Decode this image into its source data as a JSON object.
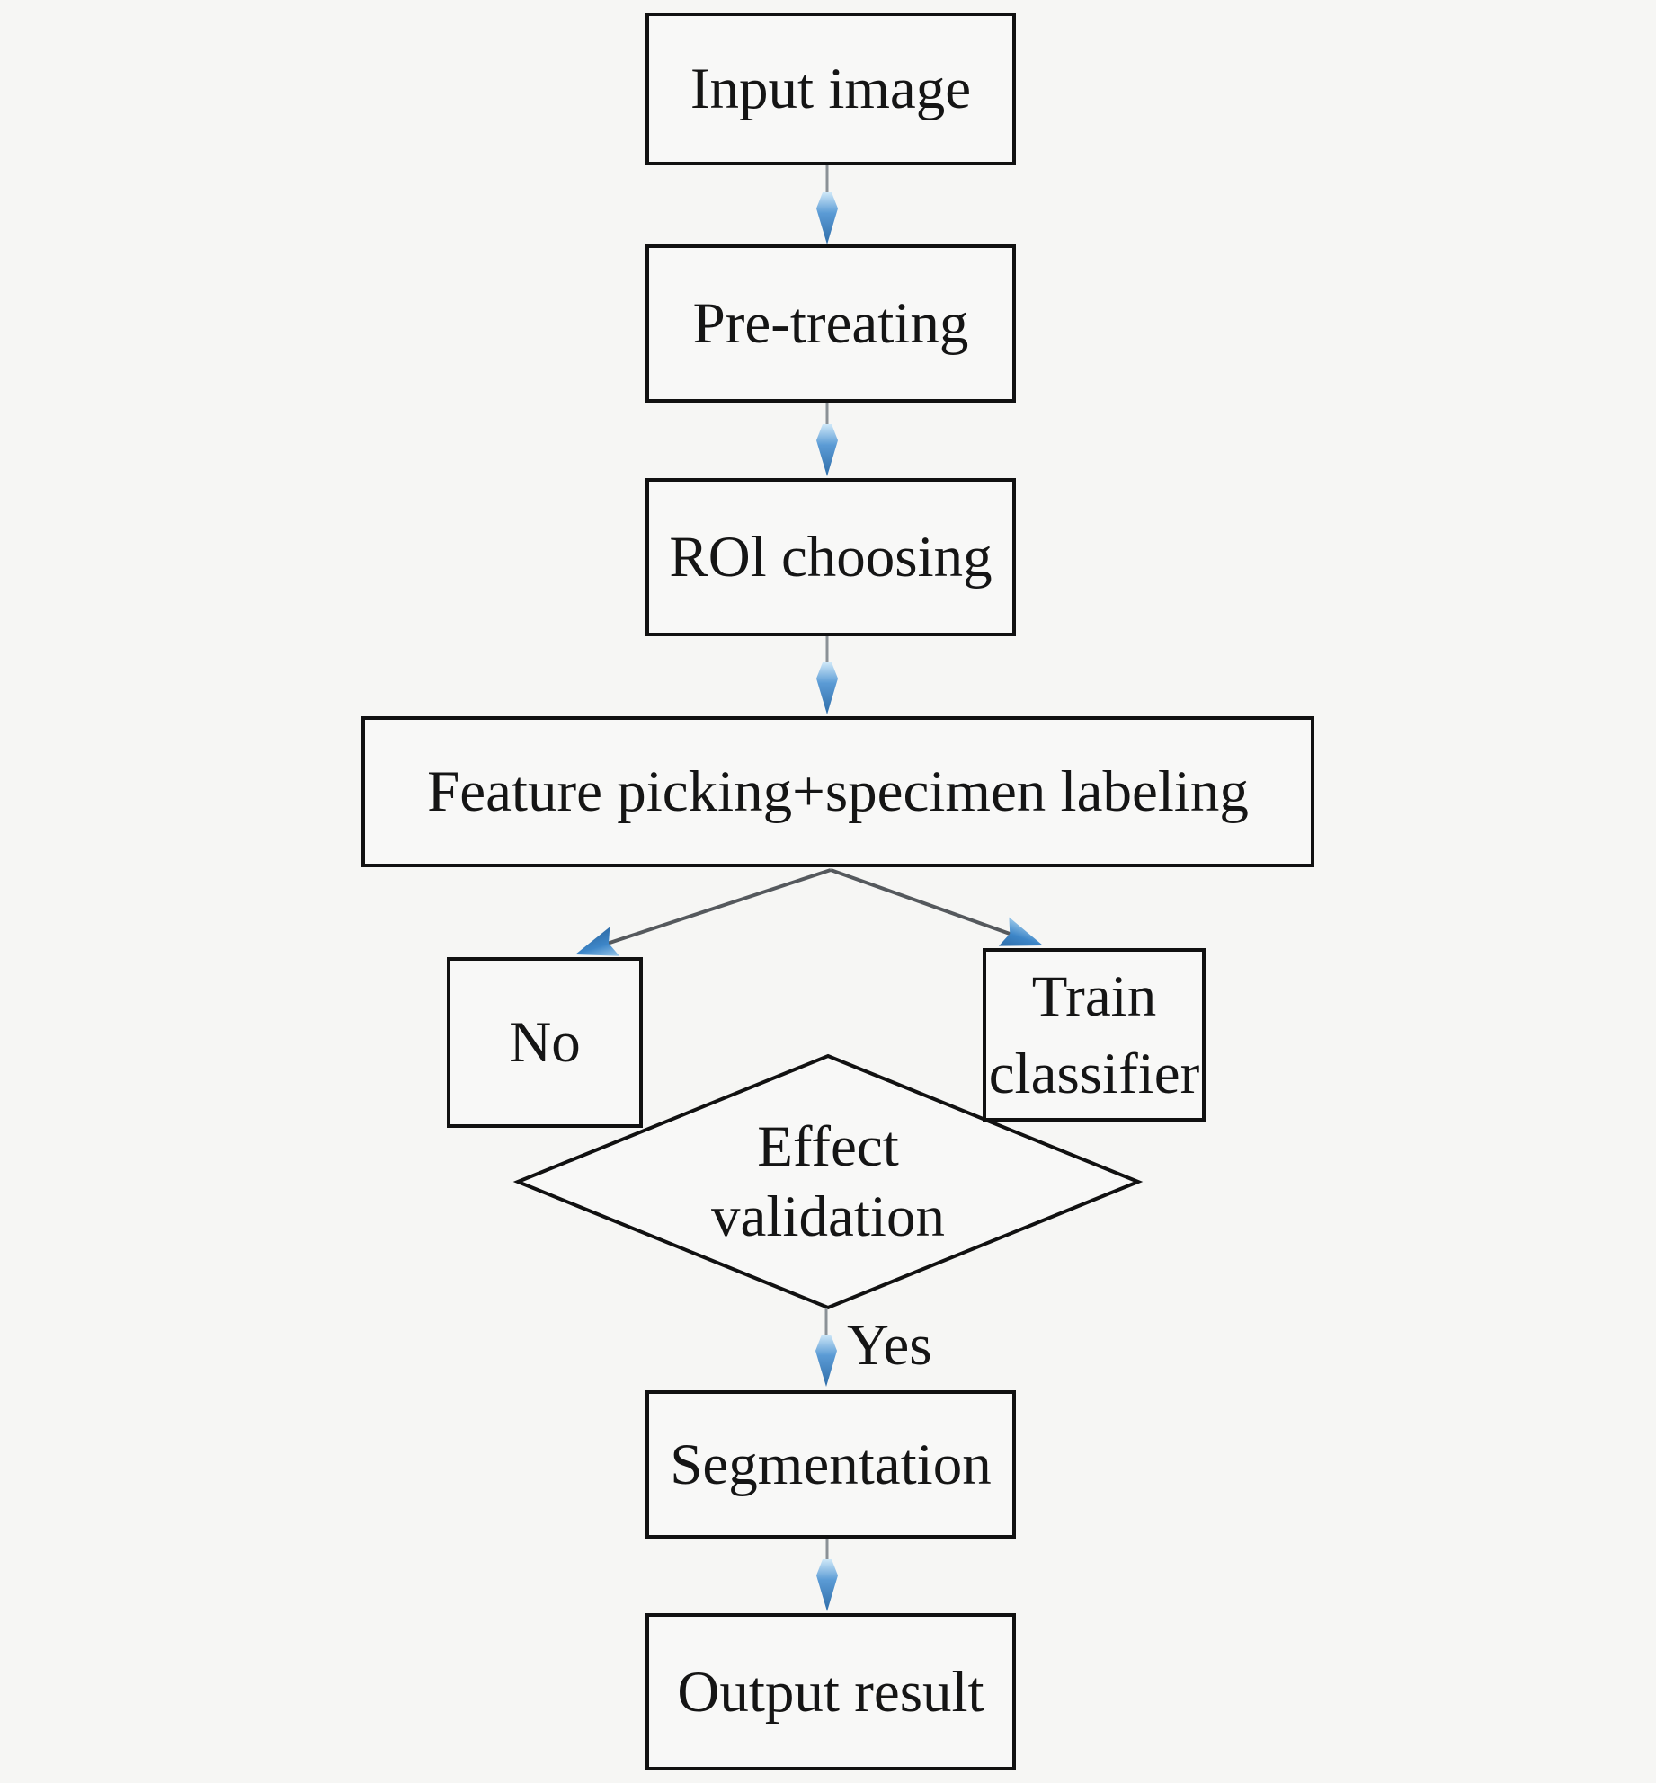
{
  "diagram": {
    "type": "flowchart",
    "nodes": {
      "input": {
        "label": "Input image",
        "shape": "rect"
      },
      "pretreat": {
        "label": "Pre-treating",
        "shape": "rect"
      },
      "roi": {
        "label": "ROl choosing",
        "shape": "rect"
      },
      "feature": {
        "label": "Feature picking+specimen labeling",
        "shape": "rect"
      },
      "no": {
        "label": "No",
        "shape": "rect"
      },
      "train": {
        "label": "Train classifier",
        "shape": "rect"
      },
      "decision": {
        "label": "Effect validation",
        "shape": "diamond"
      },
      "segmentation": {
        "label": "Segmentation",
        "shape": "rect"
      },
      "output": {
        "label": "Output result",
        "shape": "rect"
      }
    },
    "edge_labels": {
      "yes": "Yes"
    },
    "edges": [
      {
        "from": "input",
        "to": "pretreat"
      },
      {
        "from": "pretreat",
        "to": "roi"
      },
      {
        "from": "roi",
        "to": "feature"
      },
      {
        "from": "feature",
        "to": "no"
      },
      {
        "from": "feature",
        "to": "train"
      },
      {
        "from": "decision",
        "to": "segmentation",
        "label": "Yes"
      },
      {
        "from": "segmentation",
        "to": "output"
      }
    ],
    "colors": {
      "background": "#f6f6f4",
      "node_fill": "#f8f8f7",
      "node_border": "#111111",
      "text": "#151515",
      "connector_gray": "#8b9196",
      "diagonal_gray": "#55595d",
      "arrowhead_blue": "#3d86c8",
      "arrowhead_blue_light": "#cfe8f8"
    }
  }
}
